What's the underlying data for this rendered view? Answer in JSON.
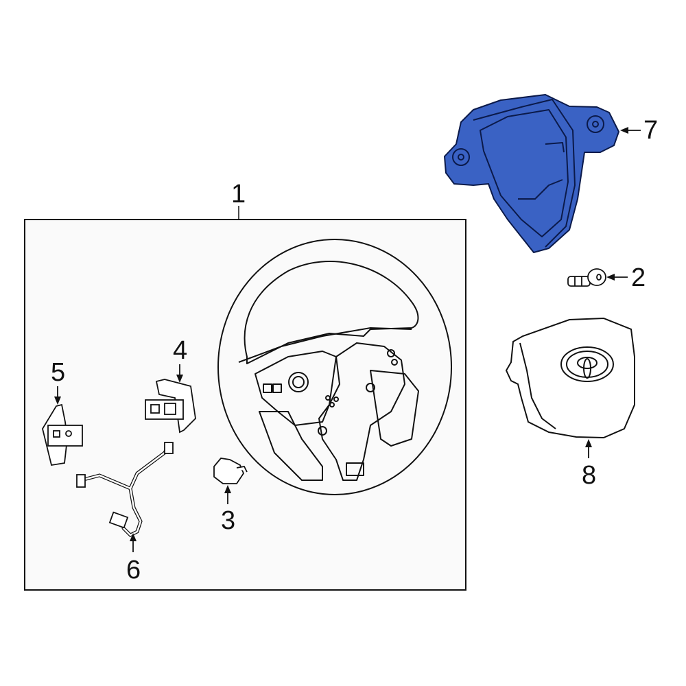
{
  "diagram": {
    "type": "exploded parts diagram",
    "subject": "Steering wheel assembly",
    "colors": {
      "line": "#111111",
      "highlight_fill": "#3a62c4",
      "highlight_line": "#0b1a4a",
      "assembly_box_fill": "#fafafa",
      "background": "#ffffff"
    },
    "assembly_box": {
      "callout": "1",
      "label": "Steering wheel assembly"
    },
    "parts": [
      {
        "callout": "1",
        "name": "steering-wheel",
        "highlighted": false
      },
      {
        "callout": "2",
        "name": "screw",
        "highlighted": false
      },
      {
        "callout": "3",
        "name": "clip-cover",
        "highlighted": false
      },
      {
        "callout": "4",
        "name": "switch-right",
        "highlighted": false
      },
      {
        "callout": "5",
        "name": "switch-left",
        "highlighted": false
      },
      {
        "callout": "6",
        "name": "wire-harness",
        "highlighted": false
      },
      {
        "callout": "7",
        "name": "lower-cover-bezel",
        "highlighted": true
      },
      {
        "callout": "8",
        "name": "airbag-module",
        "highlighted": false
      }
    ]
  }
}
